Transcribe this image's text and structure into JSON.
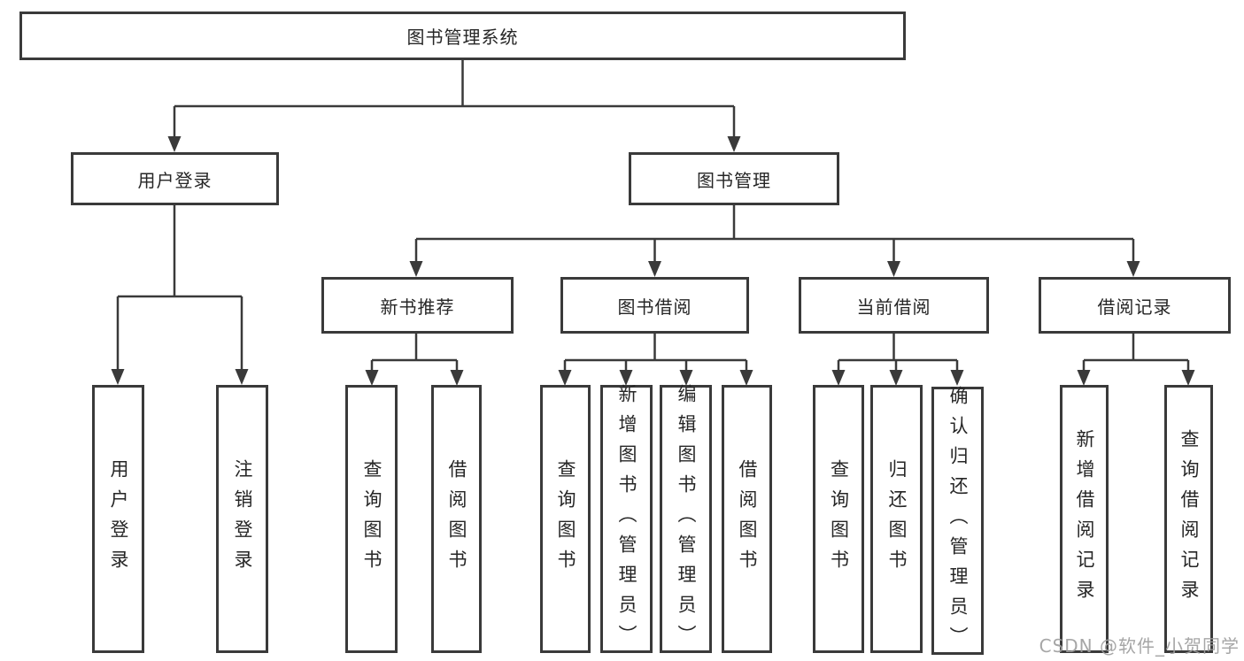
{
  "diagram": {
    "root": {
      "label": "图书管理系统"
    },
    "branches": [
      {
        "label": "用户登录",
        "children": [
          {
            "label": "用户登录"
          },
          {
            "label": "注销登录"
          }
        ]
      },
      {
        "label": "图书管理",
        "children": [
          {
            "label": "新书推荐",
            "children": [
              {
                "label": "查询图书"
              },
              {
                "label": "借阅图书"
              }
            ]
          },
          {
            "label": "图书借阅",
            "children": [
              {
                "label": "查询图书"
              },
              {
                "label": "新增图书（管理员）"
              },
              {
                "label": "编辑图书（管理员）"
              },
              {
                "label": "借阅图书"
              }
            ]
          },
          {
            "label": "当前借阅",
            "children": [
              {
                "label": "查询图书"
              },
              {
                "label": "归还图书"
              },
              {
                "label": "确认归还（管理员）"
              }
            ]
          },
          {
            "label": "借阅记录",
            "children": [
              {
                "label": "新增借阅记录"
              },
              {
                "label": "查询借阅记录"
              }
            ]
          }
        ]
      }
    ]
  },
  "colors": {
    "line": "#3a3a3a",
    "border": "#3a3a3a",
    "text": "#262626",
    "background": "#ffffff",
    "watermark": "#9e9e9e"
  },
  "watermark": {
    "text": "CSDN @软件_小贺同学"
  }
}
